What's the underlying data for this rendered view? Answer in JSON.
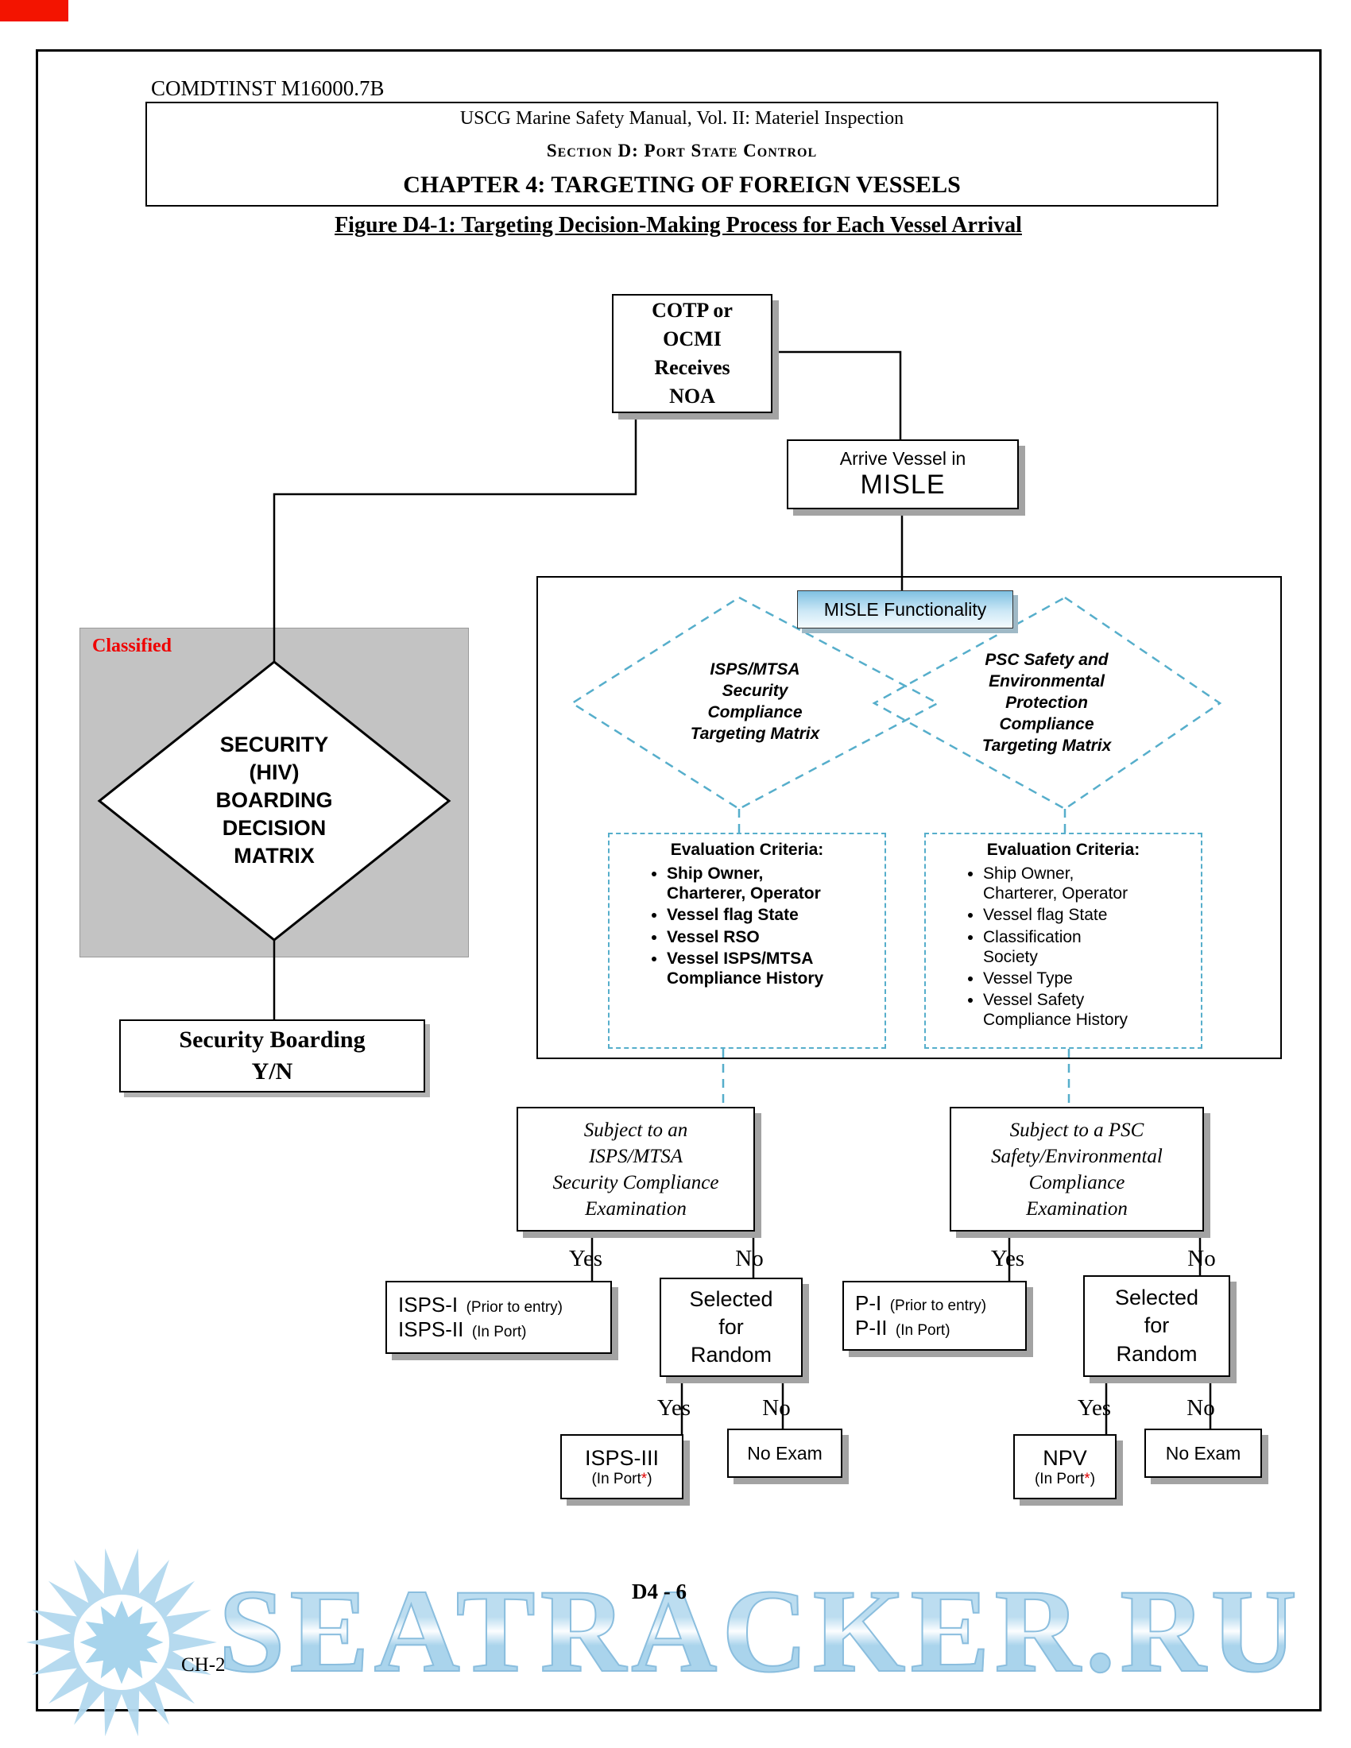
{
  "page": {
    "comdtinst": "COMDTINST M16000.7B",
    "header": {
      "manual_title": "USCG Marine Safety Manual, Vol. II: Materiel Inspection",
      "section": "Section D:  Port State Control",
      "chapter": "CHAPTER 4: TARGETING OF FOREIGN VESSELS"
    },
    "figure_title": "Figure D4-1: Targeting Decision-Making Process for Each Vessel Arrival",
    "footer": {
      "page_number": "D4 - 6",
      "change_number": "CH-2"
    },
    "watermark_text": "SEATRACKER.RU"
  },
  "flowchart": {
    "cotp_box": "COTP or\nOCMI\nReceives\nNOA",
    "arrive_box": {
      "line1": "Arrive Vessel in",
      "line2": "MISLE"
    },
    "misle_functionality": "MISLE Functionality",
    "isps_matrix_diamond": "ISPS/MTSA\nSecurity\nCompliance\nTargeting Matrix",
    "psc_matrix_diamond": "PSC Safety and\nEnvironmental\nProtection\nCompliance\nTargeting Matrix",
    "eval_left": {
      "title": "Evaluation Criteria:",
      "bullets": [
        "Ship Owner,\nCharterer, Operator",
        "Vessel flag State",
        "Vessel RSO",
        "Vessel ISPS/MTSA\nCompliance History"
      ]
    },
    "eval_right": {
      "title": "Evaluation Criteria:",
      "bullets": [
        "Ship Owner,\nCharterer, Operator",
        "Vessel flag State",
        "Classification\nSociety",
        "Vessel Type",
        "Vessel Safety\nCompliance History"
      ]
    },
    "classified_label": "Classified",
    "security_diamond": "SECURITY\n(HIV)\nBOARDING\nDECISION\nMATRIX",
    "security_boarding_box": "Security Boarding\nY/N",
    "subject_isps_box": "Subject to an\nISPS/MTSA\nSecurity Compliance\nExamination",
    "subject_psc_box": "Subject to a PSC\nSafety/Environmental\nCompliance\nExamination",
    "yes_label": "Yes",
    "no_label": "No",
    "isps_exam_box": {
      "exam1": "ISPS-I",
      "exam1_note": "(Prior to entry)",
      "exam2": "ISPS-II",
      "exam2_note": "(In Port)"
    },
    "psc_exam_box": {
      "exam1": "P-I",
      "exam1_note": "(Prior to entry)",
      "exam2": "P-II",
      "exam2_note": "(In Port)"
    },
    "selected_random_box": "Selected\nfor\nRandom",
    "isps3_box": {
      "title": "ISPS-III",
      "note_pre": "(In Port",
      "note_star": "*",
      "note_post": ")"
    },
    "npv_box": {
      "title": "NPV",
      "note_pre": "(In Port",
      "note_star": "*",
      "note_post": ")"
    },
    "no_exam_box": "No Exam",
    "colors": {
      "dashed_teal": "#56aecb",
      "classified_red": "#ef0000",
      "gray_fill": "#c3c3c3"
    }
  }
}
